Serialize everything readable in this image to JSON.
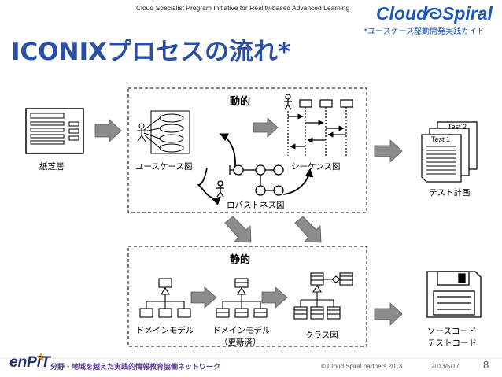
{
  "header": {
    "tagline": "Cloud Specialist Program Initiative for Reality-based Advanced Learning",
    "logo_part1": "Cloud",
    "logo_part2": "Spiral",
    "subtitle": "*ユースケース駆動開発実践ガイド",
    "title": "ICONIXプロセスの流れ*"
  },
  "dynamic": {
    "label": "動的",
    "usecase": "ユースケース図",
    "sequence": "シーケンス図",
    "robustness": "ロバストネス図"
  },
  "static": {
    "label": "静的",
    "domain_model": "ドメインモデル",
    "domain_model_updated_1": "ドメインモデル",
    "domain_model_updated_2": "（更新済）",
    "class_diagram": "クラス図"
  },
  "left": {
    "label": "紙芝居"
  },
  "right": {
    "test_plan": "テスト計画",
    "test2": "Test 2",
    "test1": "Test 1",
    "source_code": "ソースコード",
    "test_code": "テストコード"
  },
  "footer": {
    "brand": "enPiT",
    "network": "分野・地域を越えた実践的情報教育協働ネットワーク",
    "copyright": "© Cloud Spiral partners 2013",
    "date": "2013/5/17",
    "page": "8"
  },
  "colors": {
    "title": "#2a4fa6",
    "logo": "#1a56b8",
    "arrow_fill": "#8c8c8c",
    "footer_text": "#5a3e96"
  }
}
